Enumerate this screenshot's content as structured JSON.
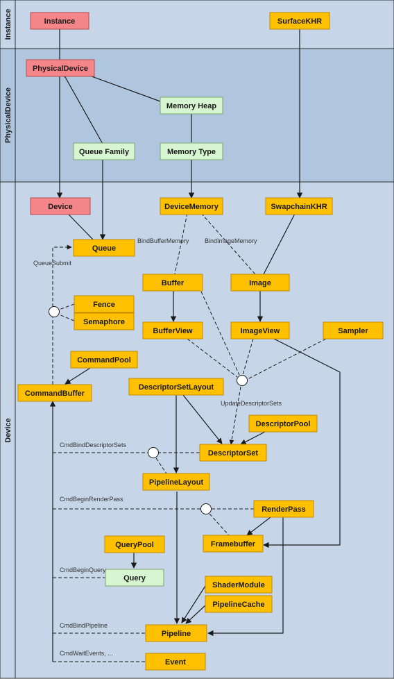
{
  "lanes": {
    "instance": "Instance",
    "physical": "PhysicalDevice",
    "device": "Device"
  },
  "colors": {
    "red_box": "#f4868a",
    "orange_box": "#ffc000",
    "green_box": "#d6f5d0",
    "lane_light": "#c6d5e8",
    "lane_dark": "#b0c6de"
  },
  "nodes": {
    "instance": "Instance",
    "surface_khr": "SurfaceKHR",
    "physical_device": "PhysicalDevice",
    "memory_heap": "Memory Heap",
    "queue_family": "Queue Family",
    "memory_type": "Memory Type",
    "device": "Device",
    "device_memory": "DeviceMemory",
    "swapchain_khr": "SwapchainKHR",
    "queue": "Queue",
    "buffer": "Buffer",
    "image": "Image",
    "fence": "Fence",
    "semaphore": "Semaphore",
    "buffer_view": "BufferView",
    "image_view": "ImageView",
    "sampler": "Sampler",
    "command_pool": "CommandPool",
    "command_buffer": "CommandBuffer",
    "descriptor_set_layout": "DescriptorSetLayout",
    "descriptor_pool": "DescriptorPool",
    "descriptor_set": "DescriptorSet",
    "pipeline_layout": "PipelineLayout",
    "render_pass": "RenderPass",
    "framebuffer": "Framebuffer",
    "query_pool": "QueryPool",
    "query": "Query",
    "shader_module": "ShaderModule",
    "pipeline_cache": "PipelineCache",
    "pipeline": "Pipeline",
    "event": "Event"
  },
  "edge_labels": {
    "bind_buffer_memory": "BindBufferMemory",
    "bind_image_memory": "BindImageMemory",
    "queue_submit": "QueueSubmit",
    "update_descriptor_sets": "UpdateDescriptorSets",
    "cmd_bind_descriptor_sets": "CmdBindDescriptorSets",
    "cmd_begin_render_pass": "CmdBeginRenderPass",
    "cmd_begin_query": "CmdBeginQuery, ...",
    "cmd_bind_pipeline": "CmdBindPipeline",
    "cmd_wait_events": "CmdWaitEvents, ..."
  }
}
